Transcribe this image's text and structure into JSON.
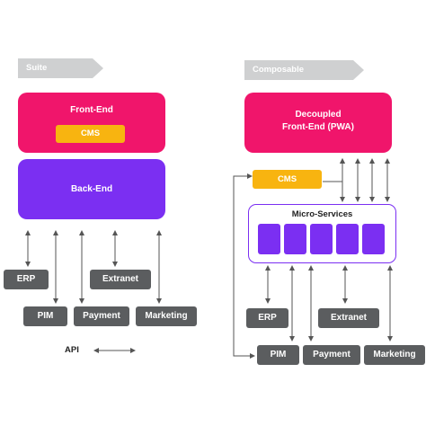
{
  "suite": {
    "tag": "Suite",
    "frontend": "Front-End",
    "cms": "CMS",
    "backend": "Back-End",
    "systems": {
      "erp": "ERP",
      "extranet": "Extranet",
      "pim": "PIM",
      "payment": "Payment",
      "marketing": "Marketing"
    }
  },
  "composable": {
    "tag": "Composable",
    "frontend_line1": "Decoupled",
    "frontend_line2": "Front-End (PWA)",
    "cms": "CMS",
    "microservices": "Micro-Services",
    "systems": {
      "erp": "ERP",
      "extranet": "Extranet",
      "pim": "PIM",
      "payment": "Payment",
      "marketing": "Marketing"
    }
  },
  "legend": {
    "api": "API"
  },
  "colors": {
    "pink": "#f0156b",
    "purple": "#7b2ff2",
    "orange": "#f8b410",
    "dark_gray": "#5b5d5f",
    "tag_gray": "#cfd0d1"
  }
}
